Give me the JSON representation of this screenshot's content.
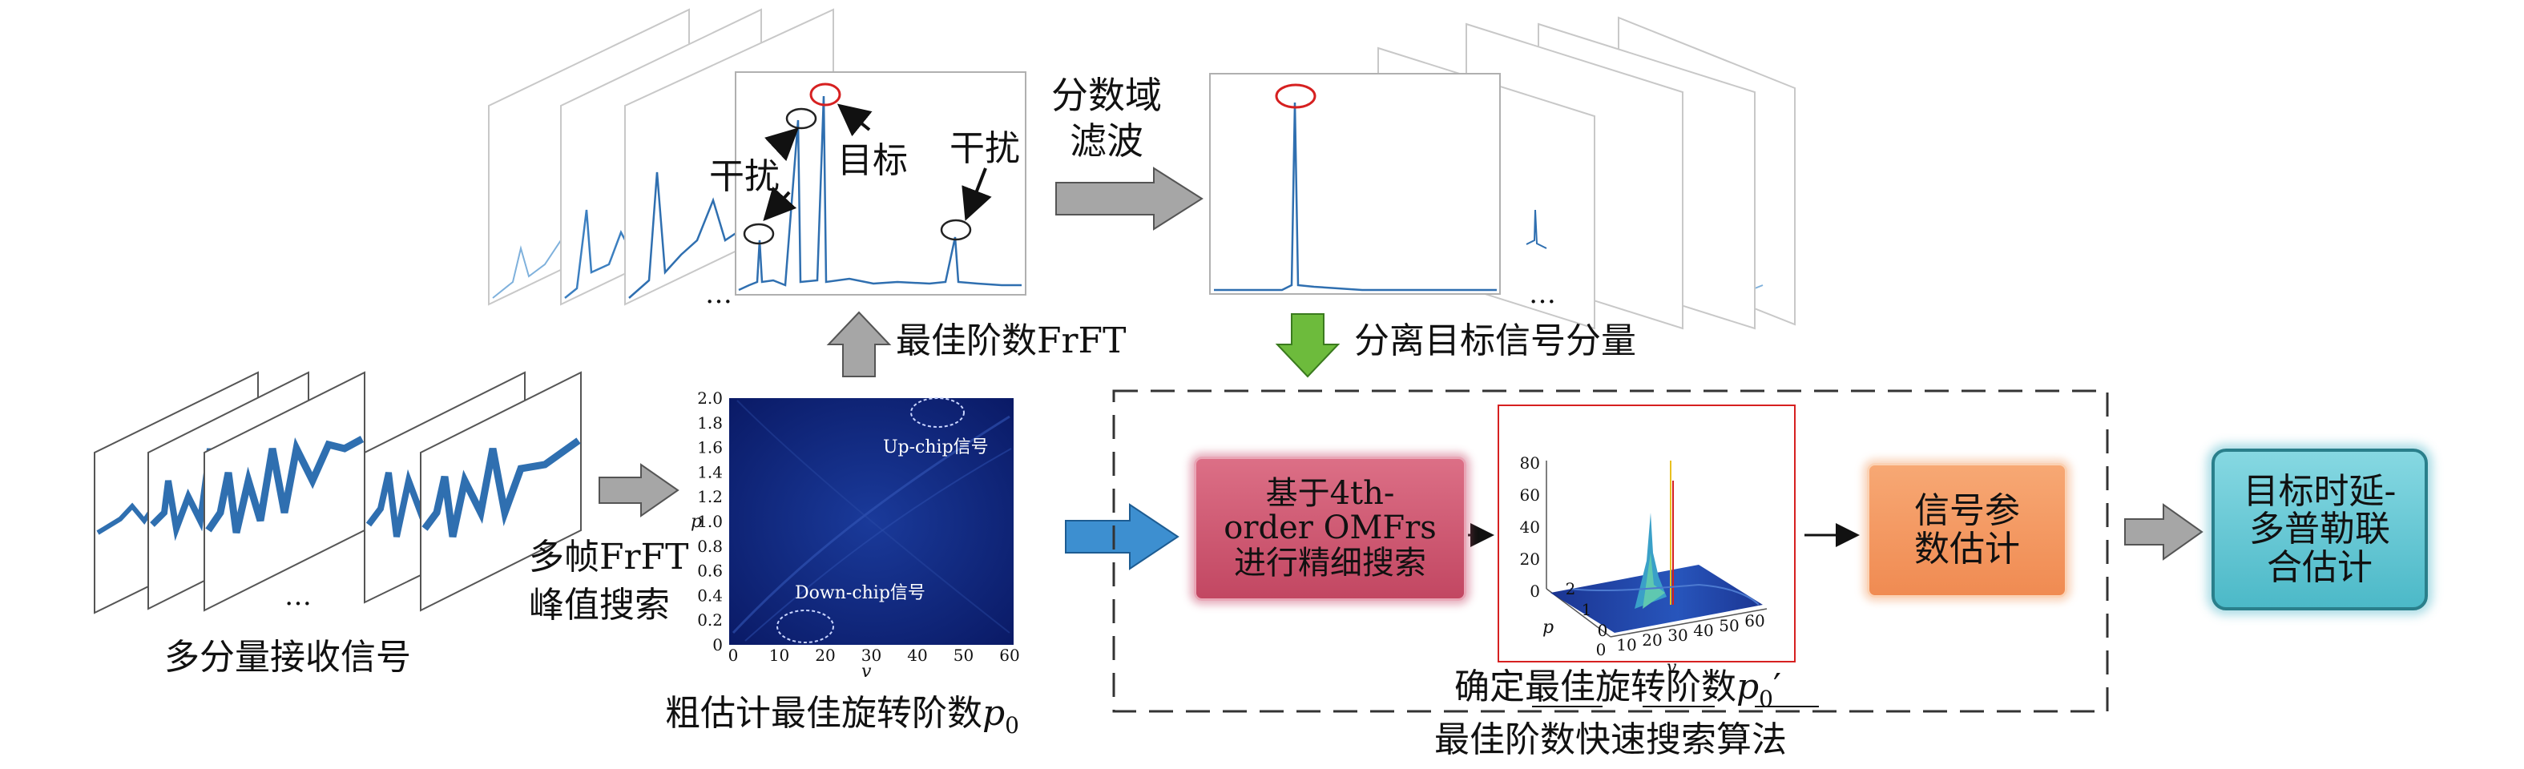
{
  "labels": {
    "interference_left": "干扰",
    "target": "目标",
    "interference_right": "干扰",
    "fractional_filter_line1": "分数域",
    "fractional_filter_line2": "滤波",
    "best_order_frft": "最佳阶数FrFT",
    "separate_target": "分离目标信号分量",
    "multi_component": "多分量接收信号",
    "multi_frame_line1": "多帧FrFT",
    "multi_frame_line2": "峰值搜索",
    "coarse_estimate": "粗估计最佳旋转阶数",
    "coarse_symbol": "p",
    "coarse_sub": "0",
    "refine_box": "基于4th-\norder OMFrs\n进行精细搜索",
    "param_box": "信号参\n数估计",
    "joint_box": "目标时延-\n多普勒联\n合估计",
    "determine_order": "确定最佳旋转阶数",
    "determine_symbol": "p",
    "determine_sub": "0",
    "determine_prime": "′",
    "fast_search": "最佳阶数快速搜索算法",
    "ellipsis_left": "…",
    "ellipsis_right": "…",
    "ellipsis_bottom": "…"
  },
  "heatmap": {
    "up_chip": "Up-chip信号",
    "down_chip": "Down-chip信号",
    "y_label": "p",
    "x_label": "v",
    "y_ticks": [
      "2.0",
      "1.8",
      "1.6",
      "1.4",
      "1.2",
      "1.0",
      "0.8",
      "0.6",
      "0.4",
      "0.2",
      "0"
    ],
    "x_ticks": [
      "0",
      "10",
      "20",
      "30",
      "40",
      "50",
      "60"
    ]
  },
  "surface_plot": {
    "z_ticks": [
      "80",
      "60",
      "40",
      "20",
      "0"
    ],
    "p_label": "p",
    "p_ticks": [
      "2",
      "1",
      "0"
    ],
    "v_label": "v",
    "v_ticks": [
      "0",
      "10",
      "20",
      "30",
      "40",
      "50",
      "60"
    ]
  },
  "colors": {
    "signal_blue": "#2f6fb0",
    "heatmap_bg": "#0c1f6e",
    "grey_arrow": "#a6a6a6",
    "green_arrow": "#6dbb3c",
    "blue_arrow": "#3d8fd0",
    "red_circle": "#d62020"
  }
}
